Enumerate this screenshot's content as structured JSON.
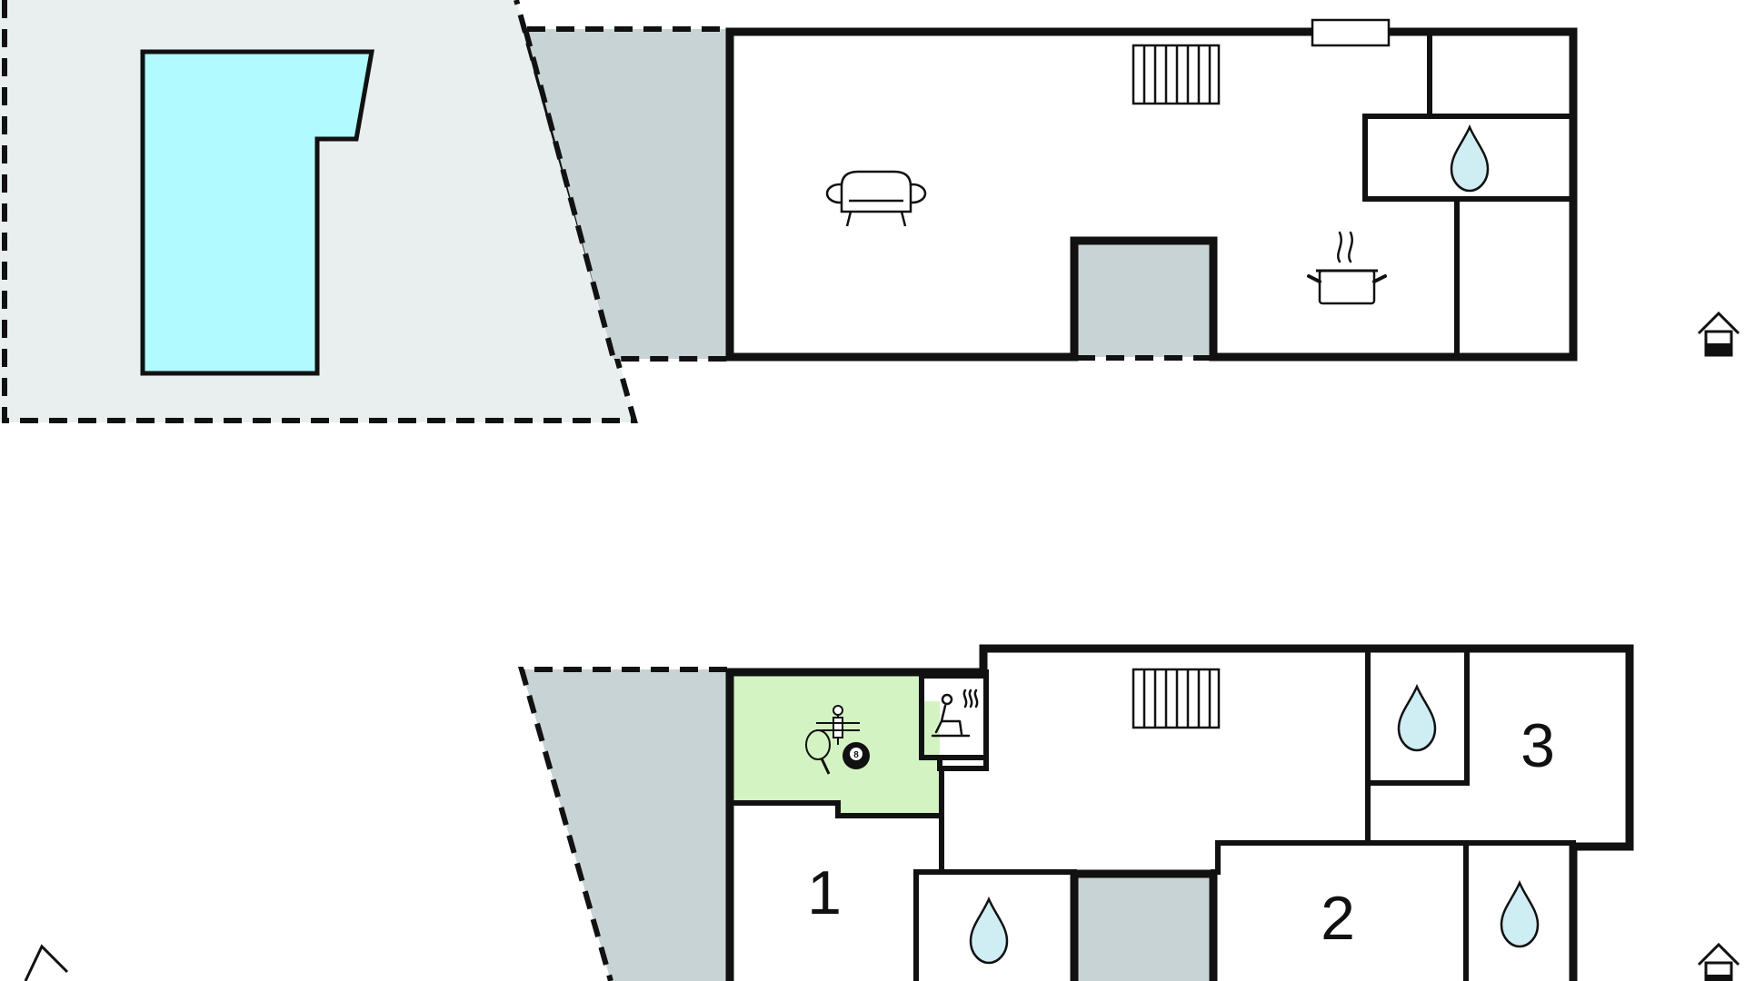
{
  "colors": {
    "background": "#ffffff",
    "wall": "#111111",
    "pool": "#b1faff",
    "water_drop": "#cfeef4",
    "terrace": "#c8d3d6",
    "garden": "#e9eeee",
    "games_room": "#d4f3c3",
    "floor": "#ffffff"
  },
  "plans": [
    {
      "level": "upper",
      "rooms": [
        {
          "name": "living-room",
          "icon": "sofa-icon"
        },
        {
          "name": "kitchen",
          "icon": "cooking-pot-icon"
        },
        {
          "name": "bathroom",
          "icon": "water-drop-icon"
        }
      ],
      "features": [
        "radiator-icon",
        "window-icon",
        "pool",
        "entrance-icon"
      ]
    },
    {
      "level": "lower",
      "rooms": [
        {
          "name": "games-room",
          "icons": [
            "table-football-icon",
            "table-tennis-icon",
            "billiard-ball-icon"
          ]
        },
        {
          "name": "sauna",
          "icon": "sauna-icon"
        },
        {
          "name": "bedroom-1",
          "label": "1"
        },
        {
          "name": "bedroom-2",
          "label": "2"
        },
        {
          "name": "bedroom-3",
          "label": "3"
        },
        {
          "name": "bathroom-a",
          "icon": "water-drop-icon"
        },
        {
          "name": "bathroom-b",
          "icon": "water-drop-icon"
        },
        {
          "name": "bathroom-c",
          "icon": "water-drop-icon"
        }
      ],
      "features": [
        "radiator-icon",
        "entrance-icon",
        "compass-icon"
      ]
    }
  ],
  "labels": {
    "billiard_ball": "8",
    "room_1": "1",
    "room_2": "2",
    "room_3": "3"
  }
}
